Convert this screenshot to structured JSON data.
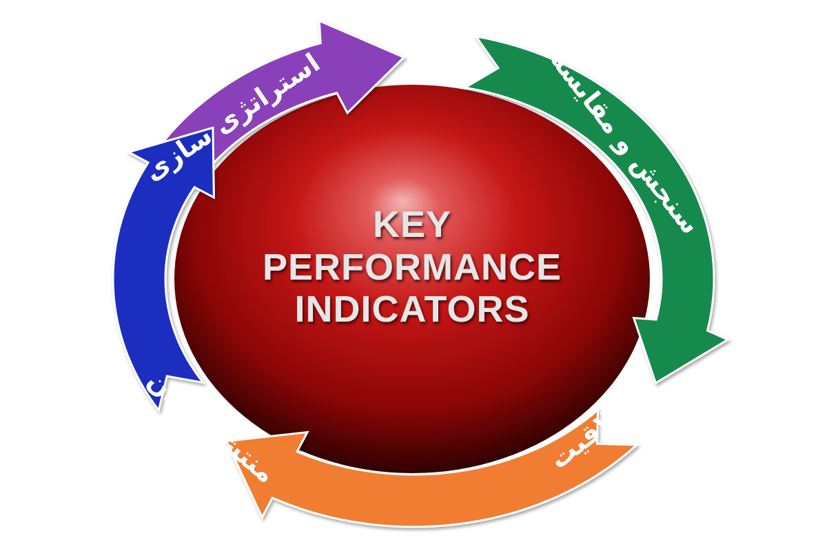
{
  "center": {
    "lines": [
      "KEY",
      "PERFORMANCE",
      "INDICATORS"
    ]
  },
  "cycle_steps": [
    {
      "label": "استراتژی سازی",
      "color": "#8a3fb8"
    },
    {
      "label": "سنجش و مقایسه",
      "color": "#138a4e"
    },
    {
      "label": "خلاقیت",
      "color": "#f07d32"
    },
    {
      "label": "منتشر کردن",
      "color": "#1f2fc0"
    }
  ],
  "colors": {
    "sphere_core": "#c41616",
    "sphere_edge": "#1a0000",
    "label_text": "#ffffff"
  }
}
